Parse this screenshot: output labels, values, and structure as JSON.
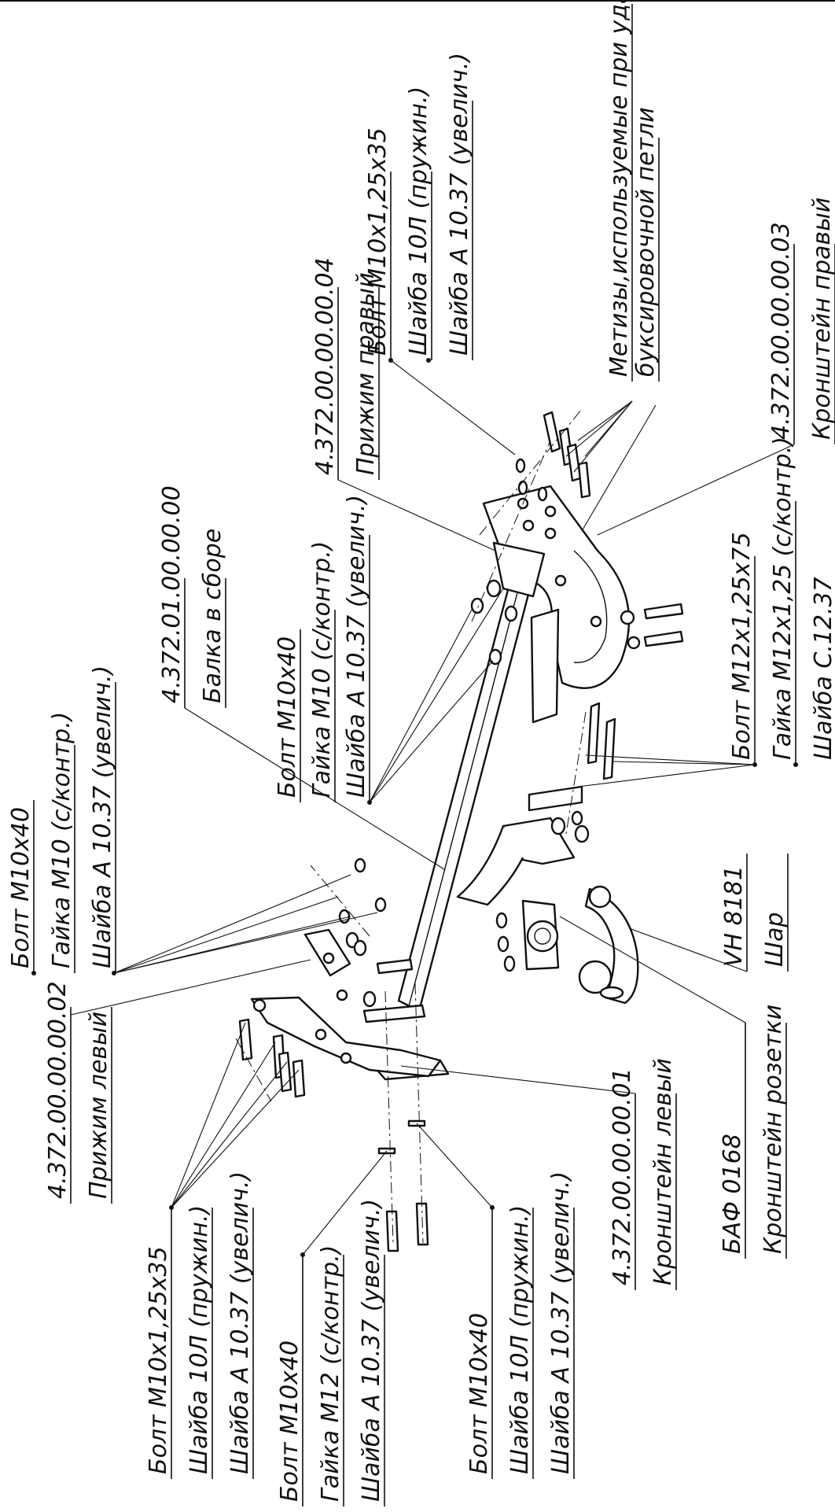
{
  "labels": {
    "hw_removal_1": "Метизы,используемые при удалении",
    "hw_removal_2": "буксировочной петли",
    "g1": [
      "Болт М10х1,25х35",
      "Шайба 10Л (пружин.)",
      "Шайба А 10.37 (увелич.)"
    ],
    "clamp_right": [
      "4.372.00.00.00.04",
      "Прижим правый"
    ],
    "bracket_right": [
      "4.372.00.00.00.03",
      "Кронштейн правый"
    ],
    "beam": [
      "4.372.01.00.00.00",
      "Балка в сборе"
    ],
    "g_mid": [
      "Болт М10х40",
      "Гайка М10 (с/контр.)",
      "Шайба А 10.37 (увелич.)"
    ],
    "g_m12": [
      "Болт М12х1,25х75",
      "Гайка М12х1,25 (с/контр.)",
      "Шайба С.12.37"
    ],
    "g_left_top": [
      "Болт М10х40",
      "Гайка М10 (с/контр.)",
      "Шайба А 10.37 (увелич.)"
    ],
    "ball": [
      "VH 8181",
      "Шар"
    ],
    "clamp_left": [
      "4.372.00.00.00.02",
      "Прижим левый"
    ],
    "socket": [
      "БАФ 0168",
      "Кронштейн розетки"
    ],
    "bracket_left": [
      "4.372.00.00.00.01",
      "Кронштейн левый"
    ],
    "g_bl1": [
      "Болт М10х1,25х35",
      "Шайба 10Л (пружин.)",
      "Шайба А 10.37 (увелич.)"
    ],
    "g_bl2": [
      "Болт М10х40",
      "Гайка М12 (с/контр.)",
      "Шайба А 10.37 (увелич.)"
    ],
    "g_bl3": [
      "Болт М10х40",
      "Шайба 10Л (пружин.)",
      "Шайба А 10.37 (увелич.)"
    ]
  }
}
